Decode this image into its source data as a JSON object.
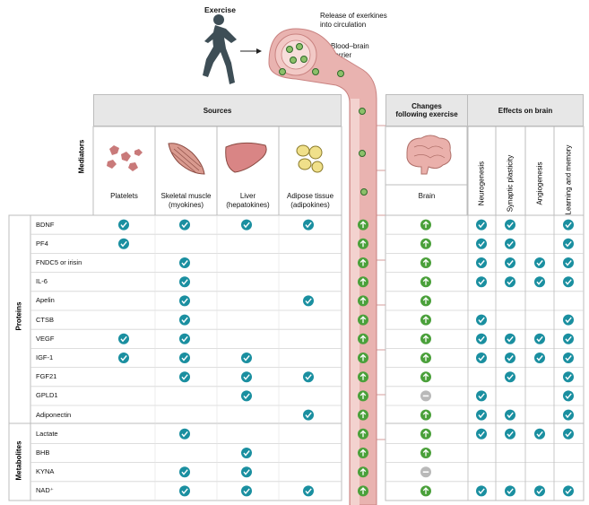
{
  "top": {
    "exercise_label": "Exercise",
    "release_label_1": "Release of exerkines",
    "release_label_2": "into circulation",
    "bbb_label_1": "Blood–brain",
    "bbb_label_2": "barrier"
  },
  "headers": {
    "sources": "Sources",
    "changes_1": "Changes",
    "changes_2": "following exercise",
    "effects": "Effects on brain",
    "mediators": "Mediators",
    "proteins": "Proteins",
    "metabolites": "Metabolites"
  },
  "source_columns": [
    {
      "line1": "Platelets",
      "line2": ""
    },
    {
      "line1": "Skeletal muscle",
      "line2": "(myokines)"
    },
    {
      "line1": "Liver",
      "line2": "(hepatokines)"
    },
    {
      "line1": "Adipose tissue",
      "line2": "(adipokines)"
    }
  ],
  "brain_label": "Brain",
  "effect_columns": [
    "Neurogenesis",
    "Synaptic plasticity",
    "Angiogenesis",
    "Learning and memory"
  ],
  "rows": [
    {
      "name": "BDNF",
      "sources": [
        1,
        1,
        1,
        1
      ],
      "change": "up",
      "effects": [
        1,
        1,
        0,
        1
      ]
    },
    {
      "name": "PF4",
      "sources": [
        1,
        0,
        0,
        0
      ],
      "change": "up",
      "effects": [
        1,
        1,
        0,
        1
      ]
    },
    {
      "name": "FNDC5 or irisin",
      "sources": [
        0,
        1,
        0,
        0
      ],
      "change": "up",
      "effects": [
        1,
        1,
        1,
        1
      ]
    },
    {
      "name": "IL-6",
      "sources": [
        0,
        1,
        0,
        0
      ],
      "change": "up",
      "effects": [
        1,
        1,
        1,
        1
      ]
    },
    {
      "name": "Apelin",
      "sources": [
        0,
        1,
        0,
        1
      ],
      "change": "up",
      "effects": [
        0,
        0,
        0,
        0
      ]
    },
    {
      "name": "CTSB",
      "sources": [
        0,
        1,
        0,
        0
      ],
      "change": "up",
      "effects": [
        1,
        0,
        0,
        1
      ]
    },
    {
      "name": "VEGF",
      "sources": [
        1,
        1,
        0,
        0
      ],
      "change": "up",
      "effects": [
        1,
        1,
        1,
        1
      ]
    },
    {
      "name": "IGF-1",
      "sources": [
        1,
        1,
        1,
        0
      ],
      "change": "up",
      "effects": [
        1,
        1,
        1,
        1
      ]
    },
    {
      "name": "FGF21",
      "sources": [
        0,
        1,
        1,
        1
      ],
      "change": "up",
      "effects": [
        0,
        1,
        0,
        1
      ]
    },
    {
      "name": "GPLD1",
      "sources": [
        0,
        0,
        1,
        0
      ],
      "change": "same",
      "effects": [
        1,
        0,
        0,
        1
      ]
    },
    {
      "name": "Adiponectin",
      "sources": [
        0,
        0,
        0,
        1
      ],
      "change": "up",
      "effects": [
        1,
        1,
        0,
        1
      ]
    },
    {
      "name": "Lactate",
      "sources": [
        0,
        1,
        0,
        0
      ],
      "change": "up",
      "effects": [
        1,
        1,
        1,
        1
      ]
    },
    {
      "name": "BHB",
      "sources": [
        0,
        0,
        1,
        0
      ],
      "change": "up",
      "effects": [
        0,
        0,
        0,
        0
      ]
    },
    {
      "name": "KYNA",
      "sources": [
        0,
        1,
        1,
        0
      ],
      "change": "same",
      "effects": [
        0,
        0,
        0,
        0
      ]
    },
    {
      "name": "NAD⁺",
      "sources": [
        0,
        1,
        1,
        1
      ],
      "change": "up",
      "effects": [
        1,
        1,
        1,
        1
      ]
    }
  ],
  "colors": {
    "check": "#1a8fa0",
    "arrow": "#4aa03a",
    "same": "#b9b9b9",
    "header_bg": "#e7e7e7",
    "vessel": "#e9b3b0",
    "vessel_dark": "#c98280"
  }
}
